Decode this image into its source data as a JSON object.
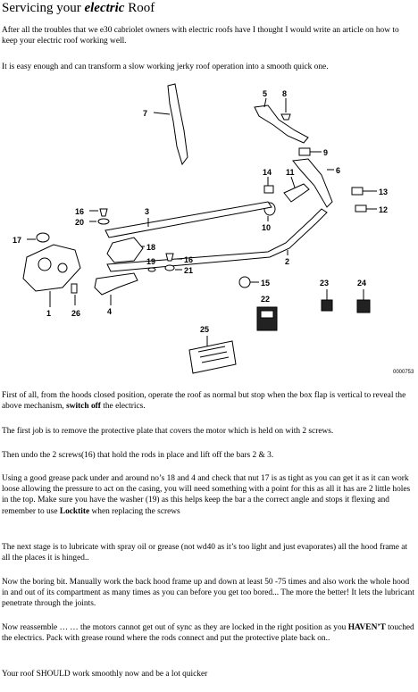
{
  "title": {
    "prefix": "Servicing your ",
    "emphasis": "electric",
    "suffix": " Roof"
  },
  "intro": "After all the troubles that we e30 cabriolet owners with electric roofs  have I thought I would write an article on how to keep your electric roof working well.",
  "intro2": "It is easy enough and can transform a slow working jerky roof operation into a smooth quick one.",
  "diagram": {
    "callouts": [
      "1",
      "2",
      "3",
      "4",
      "5",
      "6",
      "7",
      "8",
      "9",
      "10",
      "11",
      "12",
      "13",
      "14",
      "15",
      "16",
      "16",
      "17",
      "18",
      "19",
      "20",
      "21",
      "22",
      "23",
      "24",
      "25",
      "26"
    ],
    "ref": "0000753"
  },
  "steps": {
    "s1_a": "First of all, from the hoods closed position, operate the roof as normal but stop when the box flap is vertical to reveal the above mechanism, ",
    "s1_b": "switch off",
    "s1_c": " the electrics.",
    "s2": "The first job is to remove the protective plate that covers the motor which is held on with 2 screws.",
    "s3": "Then undo the 2 screws(16) that hold the rods in place and lift off the bars 2 & 3.",
    "s4_a": "Using a good grease pack under and around no’s 18 and 4 and check that nut 17 is as tight as you can get it as it can work loose allowing the pressure to act on the casing, you will need something with a point for this as all it has are 2 little holes in the top. Make sure you have the washer (19) as this helps keep the bar a the correct angle and stops it flexing and remember to use ",
    "s4_b": "Locktite",
    "s4_c": " when replacing the screws",
    "s5": "The next stage is to lubricate with spray oil or grease (not wd40 as it’s too light and just evaporates) all the hood frame at all the places  it is hinged..",
    "s6": "Now the boring bit. Manually work the back hood frame up and down at least 50 -75 times and also work the whole hood in and out of its compartment as many times as you can before you get too bored... The more the better!  It lets the lubricant penetrate through the joints.",
    "s7_a": "Now reassemble … … the motors cannot get out of sync as they are locked in the right position as you ",
    "s7_b": "HAVEN’T",
    "s7_c": "  touched the electrics. Pack with grease round where the rods connect and put the protective plate back on..",
    "s8": "Your roof SHOULD work smoothly now and be a lot quicker"
  }
}
